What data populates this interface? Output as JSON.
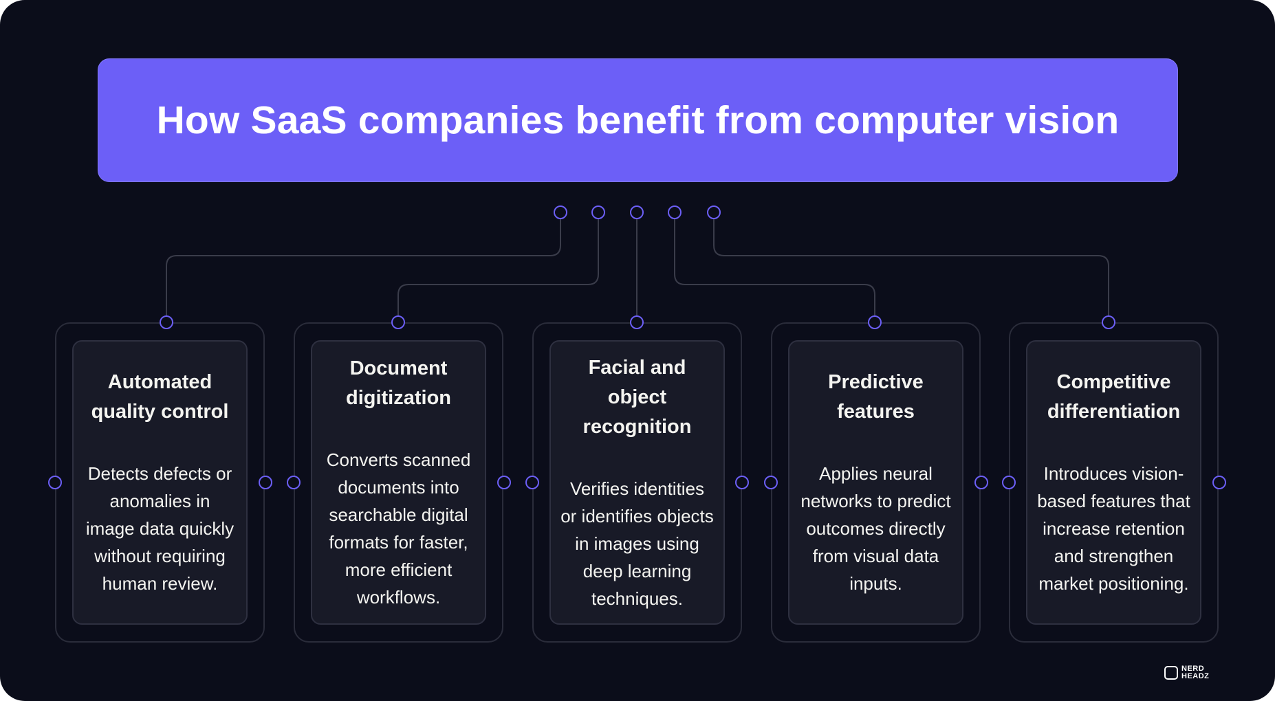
{
  "title": "How SaaS companies benefit from computer vision",
  "cards": [
    {
      "title": "Automated quality control",
      "body": "Detects defects or anomalies in image data quickly without requiring human review."
    },
    {
      "title": "Document digitization",
      "body": "Converts scanned documents into searchable digital formats for faster, more efficient workflows."
    },
    {
      "title": "Facial and object recognition",
      "body": "Verifies identities or identifies objects in images using deep learning techniques."
    },
    {
      "title": "Predictive features",
      "body": "Applies neural networks to predict outcomes directly from visual data inputs."
    },
    {
      "title": "Competitive differentiation",
      "body": "Introduces vision-based features that increase retention and strengthen market positioning."
    }
  ],
  "logo": {
    "line1": "NERD",
    "line2": "HEADZ"
  },
  "colors": {
    "accent": "#6c5ff7",
    "background": "#0b0d1a",
    "card": "#181a27"
  }
}
